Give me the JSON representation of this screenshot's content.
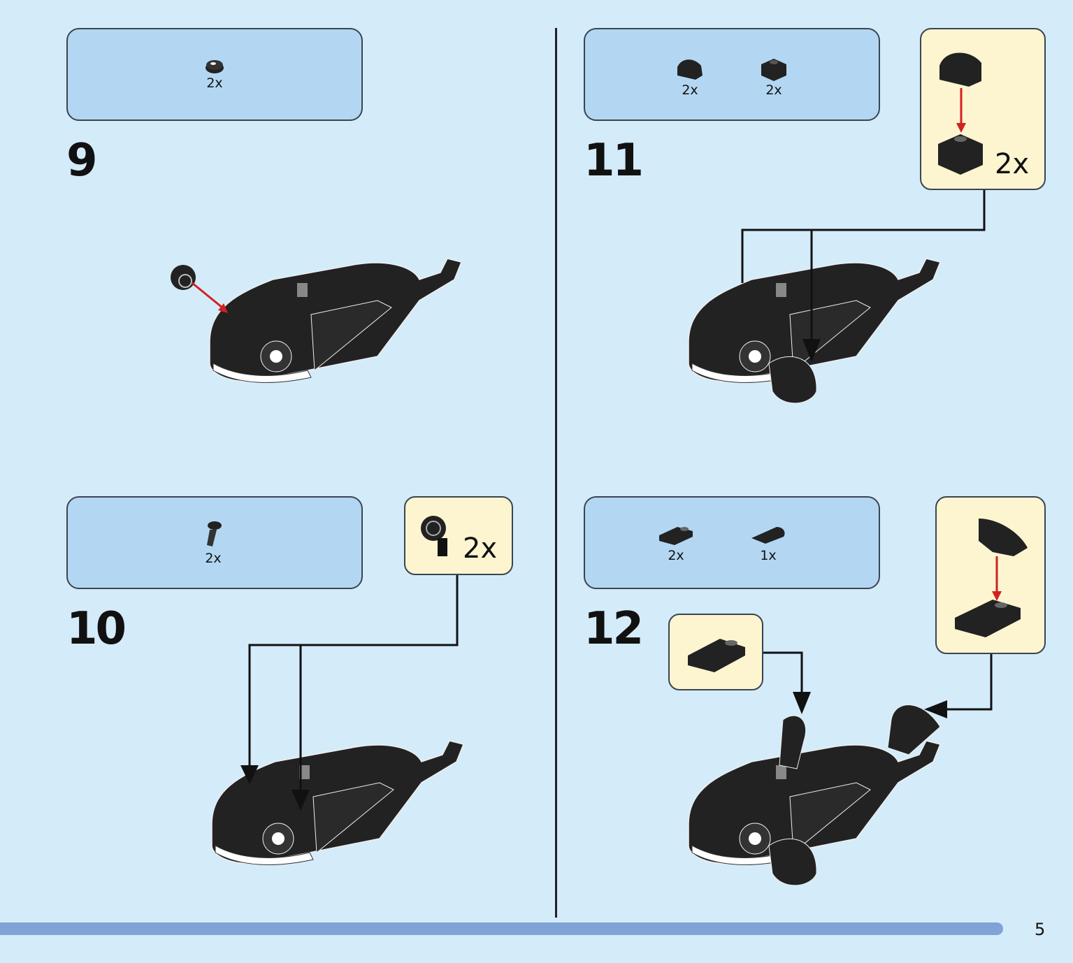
{
  "page_number": "5",
  "steps": [
    {
      "number": "9",
      "parts": [
        {
          "icon": "round-tile-icon",
          "qty": "2x"
        }
      ]
    },
    {
      "number": "10",
      "parts": [
        {
          "icon": "pin-icon",
          "qty": "2x"
        }
      ],
      "callout_qty": "2x"
    },
    {
      "number": "11",
      "parts": [
        {
          "icon": "curved-slope-icon",
          "qty": "2x"
        },
        {
          "icon": "brick-1x1-icon",
          "qty": "2x"
        }
      ],
      "callout_qty": "2x"
    },
    {
      "number": "12",
      "parts": [
        {
          "icon": "clip-plate-icon",
          "qty": "2x"
        },
        {
          "icon": "wedge-plate-icon",
          "qty": "1x"
        }
      ]
    }
  ],
  "colors": {
    "background": "#d4ebfa",
    "parts_box": "#b3d7f2",
    "callout": "#fdf5d0",
    "progress": "#7fa3d6",
    "arrow": "#d42020"
  }
}
